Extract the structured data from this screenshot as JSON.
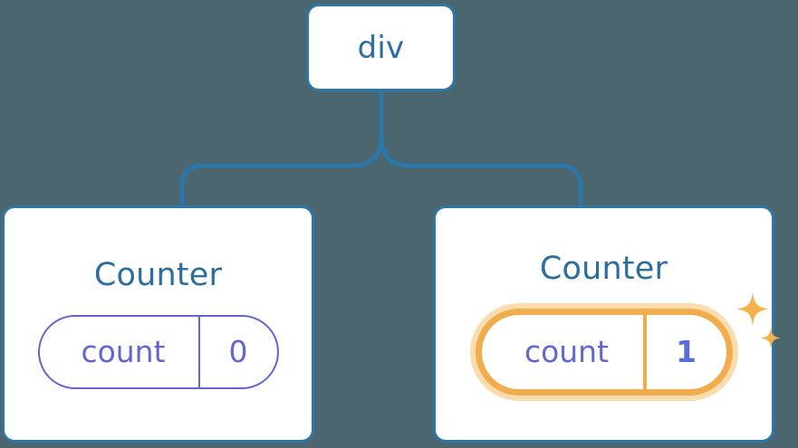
{
  "diagram": {
    "type": "component-tree",
    "background_color": "#4c6670",
    "node_border_color": "#2e76a6",
    "connector_color": "#2a77a8",
    "title_color": "#2b6e9e",
    "state_color": "#6366cc",
    "highlight_color": "#f0ac4d",
    "highlight_glow_color": "#fbdcae",
    "updated_value_color": "#5b6bd8"
  },
  "root": {
    "title": "div"
  },
  "children": [
    {
      "title": "Counter",
      "state": {
        "key": "count",
        "value": "0"
      },
      "highlighted": false,
      "sparkles": false
    },
    {
      "title": "Counter",
      "state": {
        "key": "count",
        "value": "1"
      },
      "highlighted": true,
      "sparkles": true,
      "sparkle_icon": "sparkles-icon"
    }
  ]
}
